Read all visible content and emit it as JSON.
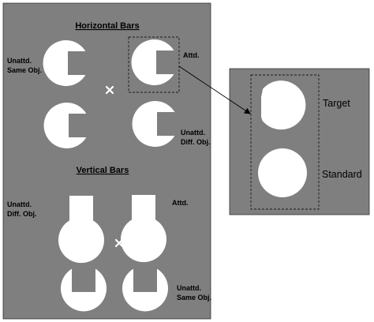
{
  "colors": {
    "background": "#7f7f7f",
    "shape": "#ffffff",
    "text": "#000000",
    "frame": "#1a1a1a"
  },
  "main_panel": {
    "horizontal_title": "Horizontal Bars",
    "vertical_title": "Vertical Bars",
    "labels": {
      "h_unattd_same_1": "Unattd.",
      "h_unattd_same_2": "Same Obj.",
      "h_attd": "Attd.",
      "h_unattd_diff_1": "Unattd.",
      "h_unattd_diff_2": "Diff. Obj.",
      "v_unattd_diff_1": "Unattd.",
      "v_unattd_diff_2": "Diff. Obj.",
      "v_attd": "Attd.",
      "v_unattd_same_1": "Unattd.",
      "v_unattd_same_2": "Same Obj."
    }
  },
  "inset_panel": {
    "target_label": "Target",
    "standard_label": "Standard"
  }
}
